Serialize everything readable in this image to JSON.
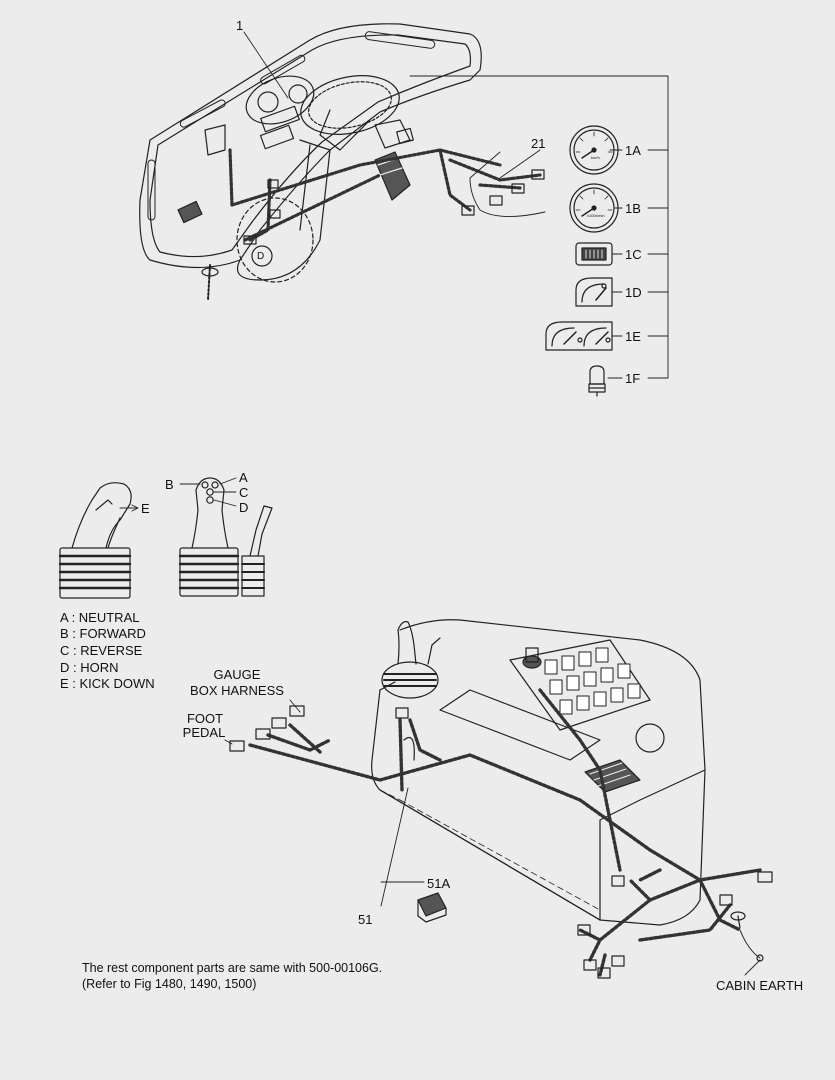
{
  "callouts": {
    "part1": "1",
    "part21": "21",
    "part1A": "1A",
    "part1B": "1B",
    "part1C": "1C",
    "part1D": "1D",
    "part1E": "1E",
    "part1F": "1F",
    "view_d": "D",
    "part51": "51",
    "part51A": "51A"
  },
  "joystick_buttons": {
    "a": "A",
    "b": "B",
    "c": "C",
    "d": "D",
    "e": "E"
  },
  "legend": [
    "A : NEUTRAL",
    "B : FORWARD",
    "C : REVERSE",
    "D : HORN",
    "E : KICK DOWN"
  ],
  "harness_labels": {
    "gauge_line1": "GAUGE",
    "gauge_line2": "BOX HARNESS",
    "foot_line1": "FOOT",
    "foot_line2": "PEDAL",
    "cabin_earth": "CABIN EARTH"
  },
  "notes": {
    "line1": "The rest component parts are same with 500-00106G.",
    "line2": "(Refer to Fig 1480, 1490, 1500)"
  },
  "gauge_faces": {
    "speed_unit": "km/h",
    "rpm_unit": "x100r/min"
  }
}
